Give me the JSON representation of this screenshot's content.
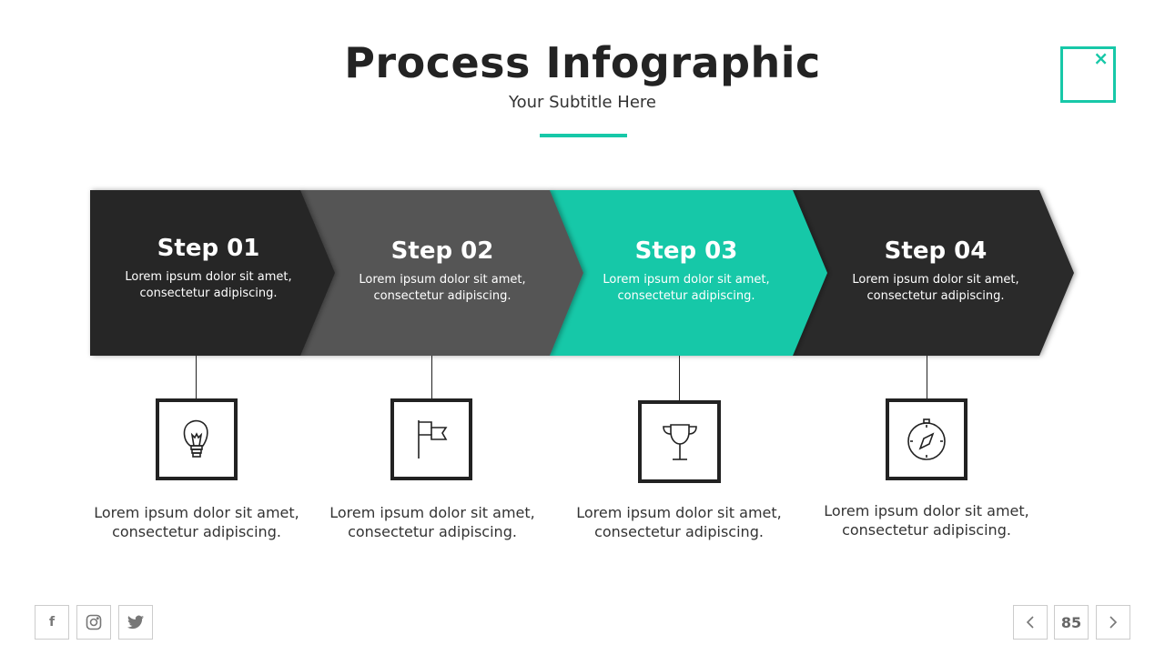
{
  "header": {
    "title": "Process Infographic",
    "subtitle": "Your Subtitle Here",
    "close_label": "×"
  },
  "colors": {
    "accent": "#17c8a8",
    "dark": "#252525",
    "gray": "#555555"
  },
  "steps": [
    {
      "title": "Step 01",
      "text1": "Lorem ipsum dolor sit amet,",
      "text2": "consectetur adipiscing.",
      "icon": "lightbulb-icon",
      "desc1": "Lorem ipsum dolor sit amet,",
      "desc2": "consectetur adipiscing."
    },
    {
      "title": "Step 02",
      "text1": "Lorem ipsum dolor sit amet,",
      "text2": "consectetur adipiscing.",
      "icon": "flag-icon",
      "desc1": "Lorem ipsum dolor sit amet,",
      "desc2": "consectetur adipiscing."
    },
    {
      "title": "Step 03",
      "text1": "Lorem ipsum dolor sit amet,",
      "text2": "consectetur adipiscing.",
      "icon": "trophy-icon",
      "desc1": "Lorem ipsum dolor sit amet,",
      "desc2": "consectetur adipiscing."
    },
    {
      "title": "Step 04",
      "text1": "Lorem ipsum dolor sit amet,",
      "text2": "consectetur adipiscing.",
      "icon": "compass-icon",
      "desc1": "Lorem ipsum dolor sit amet,",
      "desc2": "consectetur adipiscing."
    }
  ],
  "footer": {
    "social": [
      "facebook-icon",
      "instagram-icon",
      "twitter-icon"
    ],
    "facebook_glyph": "f",
    "page_number": "85"
  }
}
